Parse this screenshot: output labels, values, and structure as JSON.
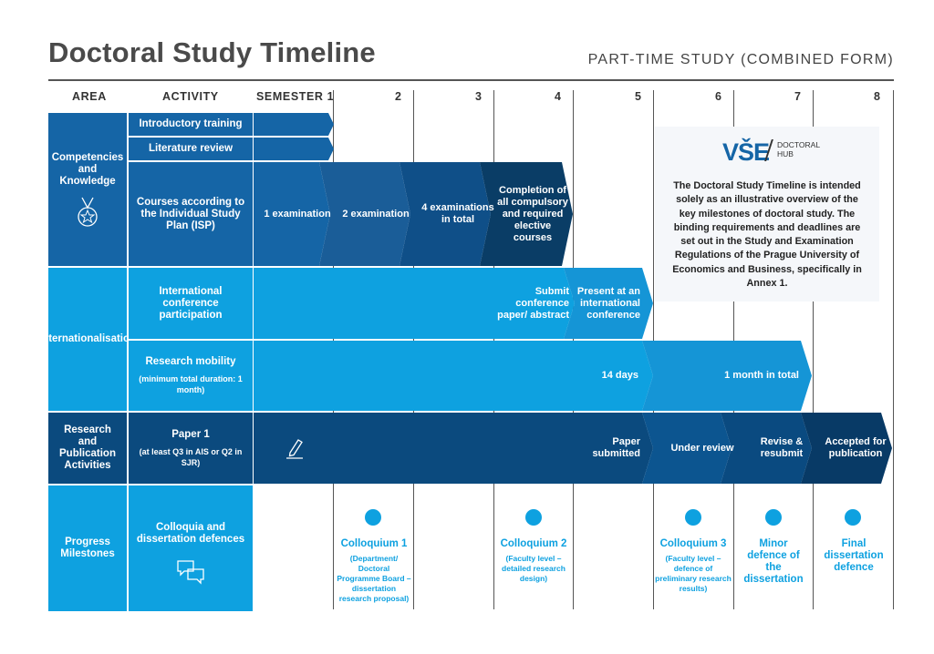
{
  "header": {
    "title": "Doctoral Study Timeline",
    "subtitle": "PART-TIME STUDY (COMBINED FORM)"
  },
  "columns": {
    "area": "AREA",
    "activity": "ACTIVITY",
    "semesters": [
      "SEMESTER 1",
      "2",
      "3",
      "4",
      "5",
      "6",
      "7",
      "8"
    ]
  },
  "rows": {
    "competencies": {
      "area": "Competencies and Knowledge",
      "icon": "medal-icon",
      "activities": [
        "Introductory training",
        "Literature review",
        "Courses according to the Individual Study Plan (ISP)"
      ],
      "isp_steps": [
        "1 examination",
        "2 examination",
        "4 examinations in total",
        "Completion of all compulsory and required elective courses"
      ]
    },
    "internationalisation": {
      "area": "Internationalisation",
      "conference": {
        "activity": "International conference participation",
        "steps": [
          "Submit conference paper/ abstract",
          "Present at an international conference"
        ]
      },
      "mobility": {
        "activity": "Research mobility",
        "note": "(minimum total duration: 1 month)",
        "steps": [
          "14 days",
          "1 month in total"
        ]
      }
    },
    "research": {
      "area": "Research and Publication Activities",
      "activity": "Paper 1",
      "note": "(at least Q3 in AIS or Q2 in SJR)",
      "icon": "pencil-icon",
      "steps": [
        "Paper submitted",
        "Under review",
        "Revise & resubmit",
        "Accepted for publication"
      ]
    },
    "milestones": {
      "area": "Progress Milestones",
      "activity": "Colloquia and dissertation defences",
      "icon": "chat-bubbles-icon",
      "items": [
        {
          "title": "Colloquium 1",
          "detail": "(Department/ Doctoral Programme Board – dissertation research proposal)"
        },
        {
          "title": "Colloquium 2",
          "detail": "(Faculty level – detailed research design)"
        },
        {
          "title": "Colloquium 3",
          "detail": "(Faculty level – defence of preliminary research results)"
        },
        {
          "title": "Minor defence of the dissertation",
          "detail": ""
        },
        {
          "title": "Final dissertation defence",
          "detail": ""
        }
      ]
    }
  },
  "info": {
    "logo_text": "VŠE",
    "hub_line1": "DOCTORAL",
    "hub_line2": "HUB",
    "text": "The Doctoral Study Timeline is intended solely as an illustrative overview of the key milestones of doctoral study. The binding requirements and deadlines are set out in the Study and Examination Regulations of the Prague University of Economics and Business, specifically in Annex 1."
  },
  "colors": {
    "dark": "#0b4a7e",
    "medium": "#1565a6",
    "light": "#0ea1e0",
    "darker": "#0a3d66"
  }
}
